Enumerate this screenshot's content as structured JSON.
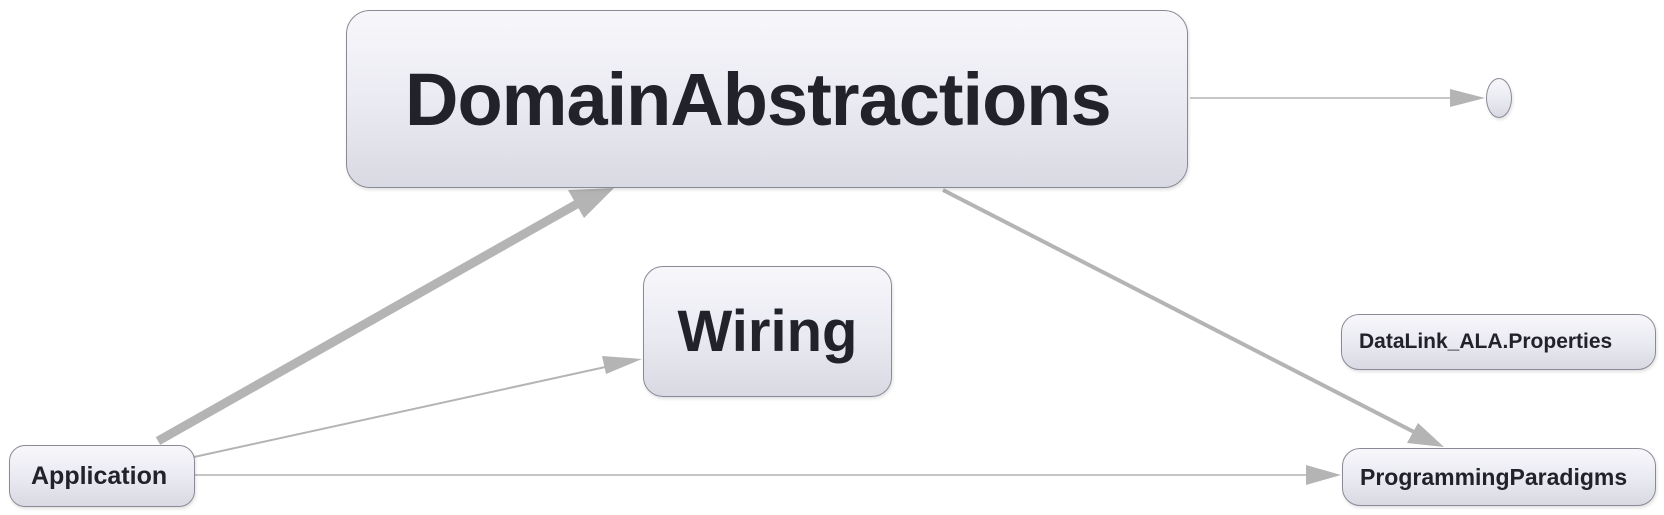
{
  "nodes": {
    "domain_abstractions": "DomainAbstractions",
    "wiring": "Wiring",
    "application": "Application",
    "datalink_properties": "DataLink_ALA.Properties",
    "programming_paradigms": "ProgrammingParadigms",
    "unnamed": ""
  },
  "edges": [
    {
      "from": "Application",
      "to": "DomainAbstractions",
      "weight": "heavy"
    },
    {
      "from": "Application",
      "to": "Wiring",
      "weight": "light"
    },
    {
      "from": "Application",
      "to": "ProgrammingParadigms",
      "weight": "light"
    },
    {
      "from": "DomainAbstractions",
      "to": "ProgrammingParadigms",
      "weight": "medium"
    },
    {
      "from": "DomainAbstractions",
      "to": "unnamed",
      "weight": "light"
    }
  ],
  "colors": {
    "edge": "#b4b4b4",
    "node_border": "#8a8a96",
    "node_fill_top": "#f7f7fb",
    "node_fill_bottom": "#d9d9e3",
    "text": "#22222a"
  }
}
